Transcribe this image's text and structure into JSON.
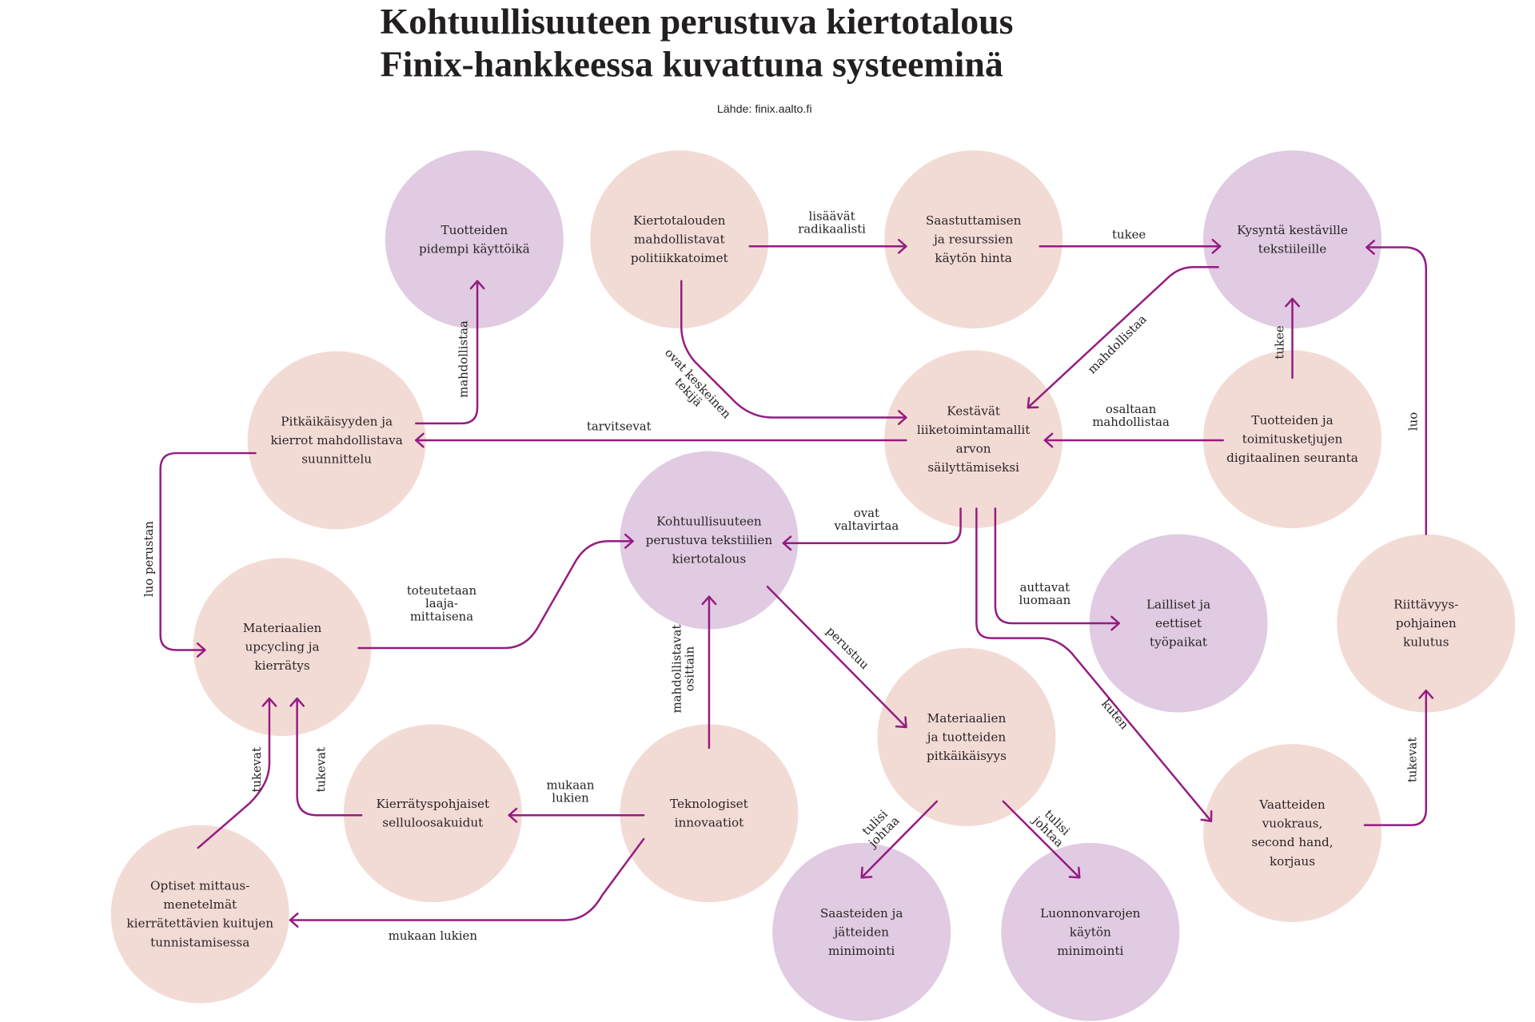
{
  "header": {
    "title_lines": [
      "Kohtuullisuuteen perustuva kiertotalous",
      "Finix-hankkeessa kuvattuna systeeminä"
    ],
    "source": "Lähde: finix.aalto.fi"
  },
  "colors": {
    "node_peach": "#f3dbd5",
    "node_lilac": "#e0cbe2",
    "edge": "#951b81",
    "text": "#231f20"
  },
  "nodes": [
    {
      "id": "kayttoika",
      "type": "lilac",
      "lines": [
        "Tuotteiden",
        "pidempi käyttöikä"
      ]
    },
    {
      "id": "politiikka",
      "type": "peach",
      "lines": [
        "Kiertotalouden",
        "mahdollistavat",
        "politiikkatoimet"
      ]
    },
    {
      "id": "hinta",
      "type": "peach",
      "lines": [
        "Saastuttamisen",
        "ja resurssien",
        "käytön hinta"
      ]
    },
    {
      "id": "kysynta",
      "type": "lilac",
      "lines": [
        "Kysyntä kestäville",
        "tekstiileille"
      ]
    },
    {
      "id": "suunnittelu",
      "type": "peach",
      "lines": [
        "Pitkäikäisyyden ja",
        "kierrot mahdollistava",
        "suunnittelu"
      ]
    },
    {
      "id": "liiketoiminta",
      "type": "peach",
      "lines": [
        "Kestävät",
        "liiketoimintamallit",
        "arvon",
        "säilyttämiseksi"
      ]
    },
    {
      "id": "seuranta",
      "type": "peach",
      "lines": [
        "Tuotteiden ja",
        "toimitusketjujen",
        "digitaalinen seuranta"
      ]
    },
    {
      "id": "kiertotalous",
      "type": "lilac",
      "lines": [
        "Kohtuullisuuteen",
        "perustuva tekstiilien",
        "kiertotalous"
      ]
    },
    {
      "id": "tyopaikat",
      "type": "lilac",
      "lines": [
        "Lailliset ja",
        "eettiset",
        "työpaikat"
      ]
    },
    {
      "id": "kulutus",
      "type": "peach",
      "lines": [
        "Riittävyys-",
        "pohjainen",
        "kulutus"
      ]
    },
    {
      "id": "upcycling",
      "type": "peach",
      "lines": [
        "Materiaalien",
        "upcycling ja",
        "kierrätys"
      ]
    },
    {
      "id": "pitkaikaisyys",
      "type": "peach",
      "lines": [
        "Materiaalien",
        "ja tuotteiden",
        "pitkäikäisyys"
      ]
    },
    {
      "id": "selluloosa",
      "type": "peach",
      "lines": [
        "Kierrätyspohjaiset",
        "selluloosakuidut"
      ]
    },
    {
      "id": "teknologia",
      "type": "peach",
      "lines": [
        "Teknologiset",
        "innovaatiot"
      ]
    },
    {
      "id": "vuokraus",
      "type": "peach",
      "lines": [
        "Vaatteiden",
        "vuokraus,",
        "second hand,",
        "korjaus"
      ]
    },
    {
      "id": "optiset",
      "type": "peach",
      "lines": [
        "Optiset mittaus-",
        "menetelmät",
        "kierrätettävien kuitujen",
        "tunnistamisessa"
      ]
    },
    {
      "id": "saasteet",
      "type": "lilac",
      "lines": [
        "Saasteiden ja",
        "jätteiden",
        "minimointi"
      ]
    },
    {
      "id": "luonnonvarat",
      "type": "lilac",
      "lines": [
        "Luonnonvarojen",
        "käytön",
        "minimointi"
      ]
    }
  ],
  "edges": [
    {
      "from": "politiikka",
      "to": "hinta",
      "label_lines": [
        "lisäävät",
        "radikaalisti"
      ]
    },
    {
      "from": "hinta",
      "to": "kysynta",
      "label_lines": [
        "tukee"
      ]
    },
    {
      "from": "suunnittelu",
      "to": "kayttoika",
      "label_lines": [
        "mahdollistaa"
      ]
    },
    {
      "from": "politiikka",
      "to": "liiketoiminta",
      "label_lines": [
        "ovat keskeinen",
        "tekijä"
      ]
    },
    {
      "from": "kysynta",
      "to": "liiketoiminta",
      "label_lines": [
        "mahdollistaa"
      ]
    },
    {
      "from": "seuranta",
      "to": "kysynta",
      "label_lines": [
        "tukee"
      ]
    },
    {
      "from": "liiketoiminta",
      "to": "suunnittelu",
      "label_lines": [
        "tarvitsevat"
      ]
    },
    {
      "from": "seuranta",
      "to": "liiketoiminta",
      "label_lines": [
        "osaltaan",
        "mahdollistaa"
      ]
    },
    {
      "from": "kulutus",
      "to": "kysynta",
      "label_lines": [
        "luo"
      ]
    },
    {
      "from": "suunnittelu",
      "to": "upcycling",
      "label_lines": [
        "luo perustan"
      ]
    },
    {
      "from": "liiketoiminta",
      "to": "kiertotalous",
      "label_lines": [
        "ovat",
        "valtavirtaa"
      ]
    },
    {
      "from": "liiketoiminta",
      "to": "tyopaikat",
      "label_lines": [
        "auttavat",
        "luomaan"
      ]
    },
    {
      "from": "liiketoiminta",
      "to": "vuokraus",
      "label_lines": [
        "kuten"
      ]
    },
    {
      "from": "upcycling",
      "to": "kiertotalous",
      "label_lines": [
        "toteutetaan",
        "laaja-",
        "mittaisena"
      ]
    },
    {
      "from": "kiertotalous",
      "to": "pitkaikaisyys",
      "label_lines": [
        "perustuu"
      ]
    },
    {
      "from": "teknologia",
      "to": "kiertotalous",
      "label_lines": [
        "mahdollistavat",
        "osittain"
      ]
    },
    {
      "from": "vuokraus",
      "to": "kulutus",
      "label_lines": [
        "tukevat"
      ]
    },
    {
      "from": "optiset",
      "to": "upcycling",
      "label_lines": [
        "tukevat"
      ]
    },
    {
      "from": "selluloosa",
      "to": "upcycling",
      "label_lines": [
        "tukevat"
      ]
    },
    {
      "from": "teknologia",
      "to": "selluloosa",
      "label_lines": [
        "mukaan",
        "lukien"
      ]
    },
    {
      "from": "teknologia",
      "to": "optiset",
      "label_lines": [
        "mukaan lukien"
      ]
    },
    {
      "from": "pitkaikaisyys",
      "to": "saasteet",
      "label_lines": [
        "tulisi",
        "johtaa"
      ]
    },
    {
      "from": "pitkaikaisyys",
      "to": "luonnonvarat",
      "label_lines": [
        "tulisi",
        "johtaa"
      ]
    }
  ]
}
